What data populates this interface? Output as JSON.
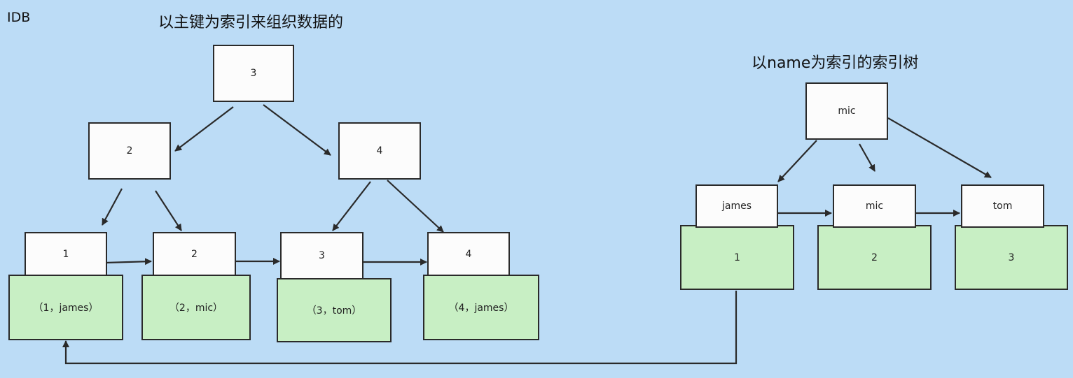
{
  "engine_label": "IDB",
  "primary": {
    "title": "以主键为索引来组织数据的",
    "root": "3",
    "mid_left": "2",
    "mid_right": "4",
    "leaves": [
      {
        "key": "1",
        "row": "（1，james）"
      },
      {
        "key": "2",
        "row": "（2，mic）"
      },
      {
        "key": "3",
        "row": "（3，tom）"
      },
      {
        "key": "4",
        "row": "（4，james）"
      }
    ]
  },
  "secondary": {
    "title": "以name为索引的索引树",
    "root": "mic",
    "leaves": [
      {
        "key": "james",
        "pk": "1"
      },
      {
        "key": "mic",
        "pk": "2"
      },
      {
        "key": "tom",
        "pk": "3"
      }
    ]
  },
  "colors": {
    "background": "#bcdcf6",
    "node_fill": "#fcfcfc",
    "data_fill": "#c8efc4",
    "line": "#2a2a2a"
  }
}
